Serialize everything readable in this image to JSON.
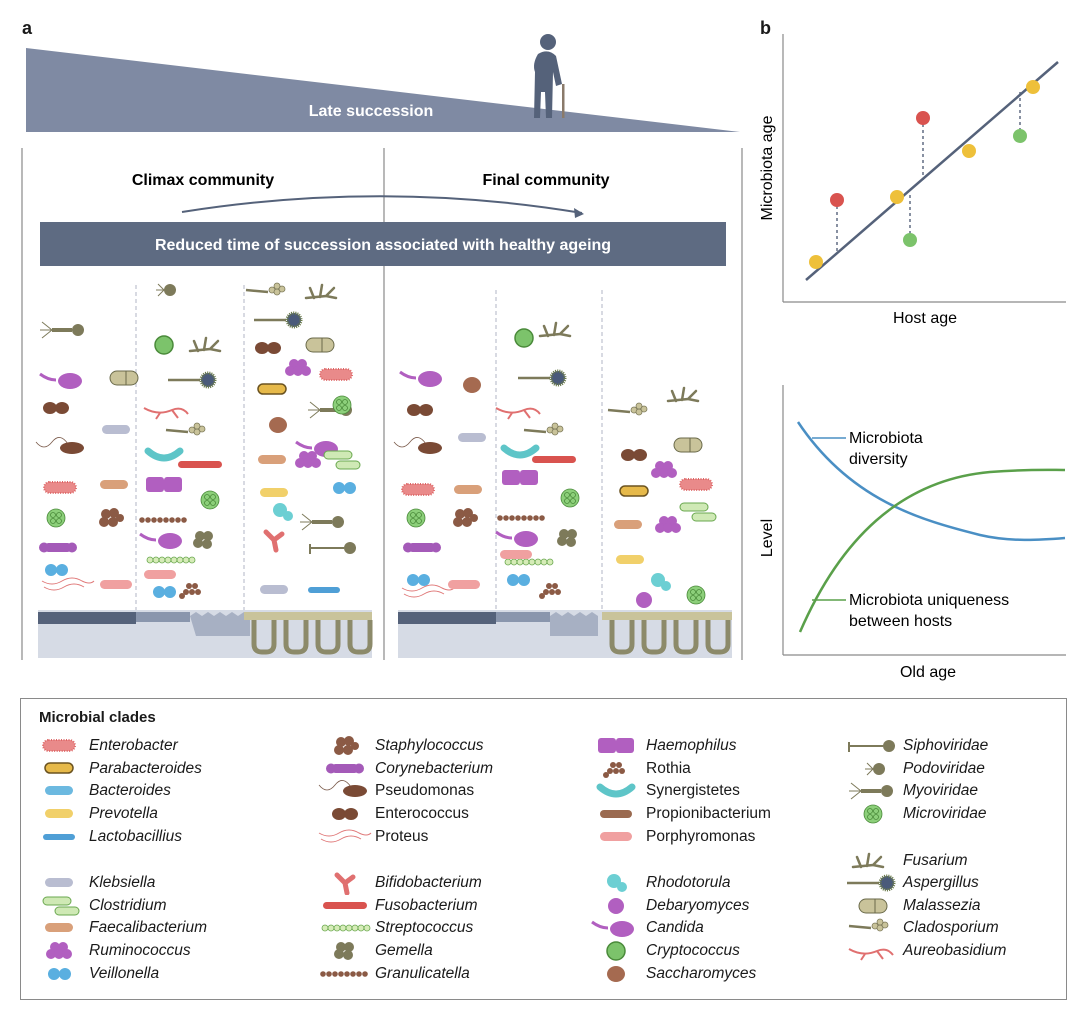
{
  "panel_a": {
    "letter": "a",
    "late_succession": "Late succession",
    "climax_community": "Climax community",
    "final_community": "Final community",
    "banner": "Reduced time of  succession associated with healthy ageing"
  },
  "panel_b": {
    "letter": "b",
    "top_chart": {
      "ylabel": "Microbiota age",
      "xlabel": "Host age"
    },
    "bottom_chart": {
      "ylabel": "Level",
      "xlabel": "Old age",
      "series1": "Microbiota diversity",
      "series1_line1": "Microbiota",
      "series1_line2": "diversity",
      "series2_line1": "Microbiota uniqueness",
      "series2_line2": "between hosts"
    }
  },
  "colors": {
    "banner": "#5e6b82",
    "wedge": "#7a86a0",
    "line_blue": "#4a8fc4",
    "line_green": "#5aa04a",
    "dot_red": "#d9534f",
    "dot_yellow": "#eec03a",
    "dot_green": "#7cc36b"
  },
  "legend": {
    "title": "Microbial clades",
    "col1": [
      "Enterobacter",
      "Parabacteroides",
      "Bacteroides",
      "Prevotella",
      "Lactobacillius"
    ],
    "col1b": [
      "Klebsiella",
      "Clostridium",
      "Faecalibacterium",
      "Ruminococcus",
      "Veillonella"
    ],
    "col2": [
      "Staphylococcus",
      "Corynebacterium",
      "Pseudomonas",
      "Enterococcus",
      "Proteus"
    ],
    "col2b": [
      "Bifidobacterium",
      "Fusobacterium",
      "Streptococcus",
      "Gemella",
      "Granulicatella"
    ],
    "col3": [
      "Haemophilus",
      "Rothia",
      "Synergistetes",
      "Propionibacterium",
      "Porphyromonas"
    ],
    "col3b": [
      "Rhodotorula",
      "Debaryomyces",
      "Candida",
      "Cryptococcus",
      "Saccharomyces"
    ],
    "col4": [
      "Siphoviridae",
      "Podoviridae",
      "Myoviridae",
      "Microviridae"
    ],
    "col4b": [
      "Fusarium",
      "Aspergillus",
      "Malassezia",
      "Cladosporium",
      "Aureobasidium"
    ]
  }
}
